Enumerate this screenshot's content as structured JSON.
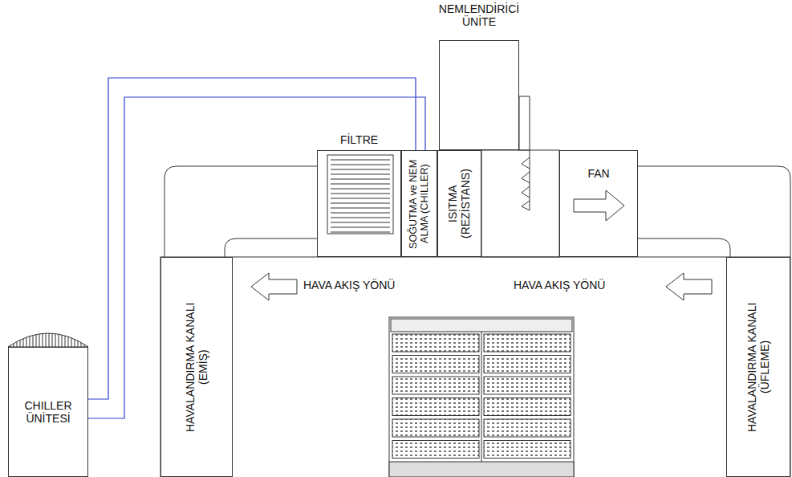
{
  "diagram": {
    "nodes": [
      {
        "text": [
          "NEMLENDİRİCİ ÜNİTE"
        ]
      },
      {
        "text": [
          "FİLTRE"
        ]
      },
      {
        "text": [
          "SOĞUTMA ve NEM ALMA (CHILLER)"
        ]
      },
      {
        "text": [
          "ISITMA (REZİSTANS)"
        ]
      },
      {
        "text": [
          "FAN"
        ]
      },
      {
        "text": [
          "HAVALANDIRMA KANALI (EMİŞ)"
        ]
      },
      {
        "text": [
          "HAVALANDIRMA KANALI (ÜFLEME)"
        ]
      },
      {
        "text": [
          "CHILLER ÜNİTESİ"
        ]
      }
    ],
    "edges": [
      {
        "from": 7,
        "to": 2,
        "arrow": "none"
      },
      {
        "from": 7,
        "to": 2,
        "arrow": "none"
      }
    ],
    "labels": [
      "HAVA AKIŞ YÖNÜ",
      "HAVA AKIŞ YÖNÜ"
    ]
  }
}
